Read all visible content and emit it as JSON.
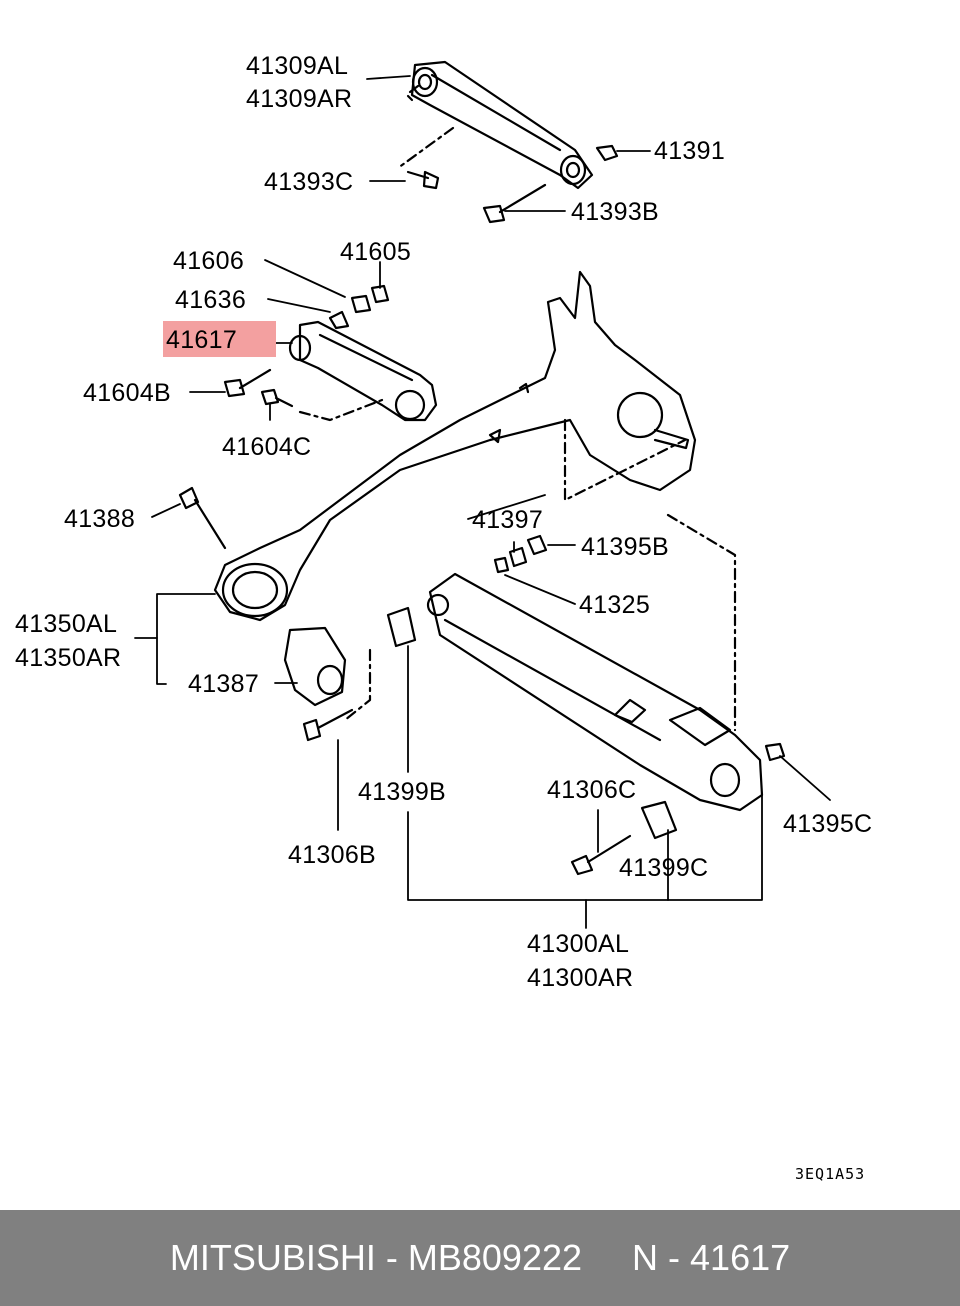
{
  "labels": {
    "p41309AL": "41309AL",
    "p41309AR": "41309AR",
    "p41391": "41391",
    "p41393C": "41393C",
    "p41393B": "41393B",
    "p41606": "41606",
    "p41605": "41605",
    "p41636": "41636",
    "p41617": "41617",
    "p41604B": "41604B",
    "p41604C": "41604C",
    "p41388": "41388",
    "p41397": "41397",
    "p41395B": "41395B",
    "p41325": "41325",
    "p41350AL": "41350AL",
    "p41350AR": "41350AR",
    "p41387": "41387",
    "p41399B": "41399B",
    "p41306C": "41306C",
    "p41395C": "41395C",
    "p41306B": "41306B",
    "p41399C": "41399C",
    "p41300AL": "41300AL",
    "p41300AR": "41300AR"
  },
  "highlighted_part": "41617",
  "diagram_code": "3EQ1A53",
  "footer": {
    "brand": "MITSUBISHI",
    "part_number": "MB809222",
    "ref": "N - 41617"
  },
  "colors": {
    "highlight": "#f3a0a0",
    "footer_bg": "#808080",
    "footer_text": "#ffffff"
  }
}
